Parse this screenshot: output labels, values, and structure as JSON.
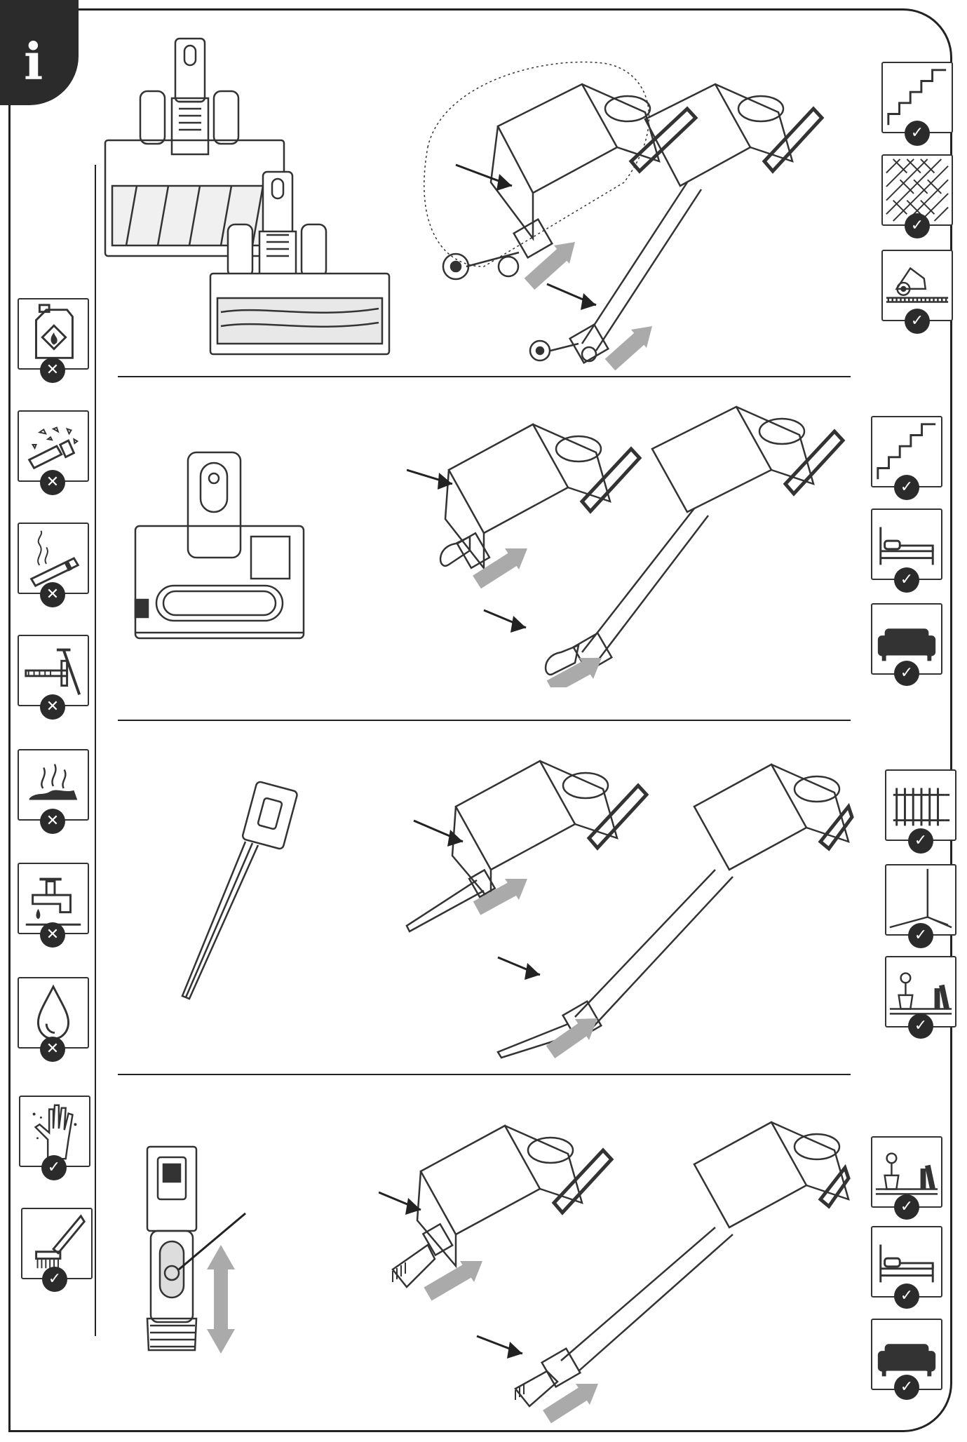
{
  "header": {
    "info_glyph": "i"
  },
  "badges": {
    "allowed": "✓",
    "prohibited": "✕"
  },
  "left_column": [
    {
      "name": "flammable-liquid-icon",
      "status": "prohibited"
    },
    {
      "name": "broken-glass-icon",
      "status": "prohibited"
    },
    {
      "name": "cigarette-icon",
      "status": "prohibited"
    },
    {
      "name": "nails-screws-icon",
      "status": "prohibited"
    },
    {
      "name": "hot-ashes-icon",
      "status": "prohibited"
    },
    {
      "name": "tap-water-icon",
      "status": "prohibited"
    },
    {
      "name": "liquid-drop-icon",
      "status": "prohibited"
    },
    {
      "name": "dusty-hand-icon",
      "status": "allowed"
    },
    {
      "name": "brush-icon",
      "status": "allowed"
    }
  ],
  "sections": [
    {
      "tool": "floor-brush",
      "surfaces": [
        "stairs-icon",
        "parquet-floor-icon",
        "carpet-floor-icon"
      ]
    },
    {
      "tool": "mini-motorized-brush",
      "surfaces": [
        "stairs-icon",
        "bed-icon",
        "sofa-icon"
      ]
    },
    {
      "tool": "crevice-tool",
      "surfaces": [
        "radiator-icon",
        "room-corner-icon",
        "shelf-plant-icon"
      ]
    },
    {
      "tool": "brush-nozzle",
      "surfaces": [
        "shelf-plant-icon",
        "bed-icon",
        "sofa-icon"
      ]
    }
  ]
}
